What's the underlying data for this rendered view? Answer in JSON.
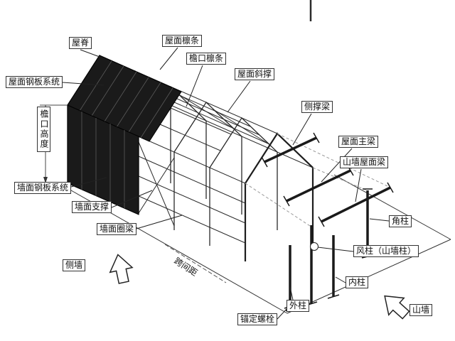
{
  "diagram": {
    "type": "isometric-structural-exploded-diagram",
    "labels": {
      "roof_sheet_system": "屋面钢板系统",
      "eave_height": "檐口高度",
      "wall_sheet_system": "墙面钢板系统",
      "wall_bracing": "墙面支撑",
      "wall_girt": "墙面圈梁",
      "side_wall": "侧墙",
      "ridge": "屋脊",
      "roof_purlin": "屋面檩条",
      "eave_purlin": "檐口檩条",
      "roof_bracing": "屋面斜撑",
      "side_support_beam": "侧撑梁",
      "roof_main_beam": "屋面主梁",
      "gable_roof_beam": "山墙屋面梁",
      "corner_column": "角柱",
      "wind_column": "风柱（山墙柱）",
      "inner_column": "内柱",
      "outer_column": "外柱",
      "anchor_bolt": "锚定螺栓",
      "gable_wall": "山墙",
      "span_spacing": "跨间距"
    },
    "colors": {
      "cladding": "#1a1a1a",
      "line": "#2a2a2a",
      "leader": "#222222"
    }
  }
}
